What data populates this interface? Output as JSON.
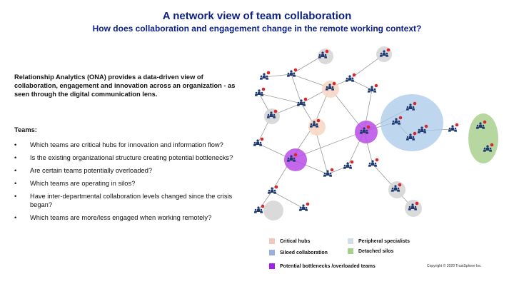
{
  "header": {
    "title": "A network view of team collaboration",
    "subtitle": "How does collaboration and engagement change in the remote working context?"
  },
  "intro": {
    "text": "Relationship Analytics (ONA) provides a data-driven view of collaboration, engagement and innovation across an organization - as seen through the digital communication lens."
  },
  "teams": {
    "heading": "Teams:",
    "bullet": "•",
    "questions": [
      "Which teams are critical hubs for innovation and information flow?",
      "Is the existing organizational structure creating potential bottlenecks?",
      "Are certain teams potentially overloaded?",
      "Which teams are operating in silos?",
      "Have inter-departmental collaboration levels changed since the crisis began?",
      "Which teams are more/less engaged when working remotely?"
    ]
  },
  "legend": {
    "critical_hubs": {
      "label": "Critical hubs",
      "color": "#f4c6c0"
    },
    "peripheral_specialists": {
      "label": "Peripheral specialists",
      "color": "#d3dde6"
    },
    "siloed_collaboration": {
      "label": "Siloed collaboration",
      "color": "#9ab0dc"
    },
    "detached_silos": {
      "label": "Detached silos",
      "color": "#a7d08c"
    },
    "potential_bottlenecks": {
      "label": "Potential bottlenecks /overloaded teams",
      "color": "#a020f0"
    }
  },
  "network": {
    "node_icon": "team-person-icon",
    "badge_icon": "alert-badge-icon",
    "colors": {
      "node": "#1f3a70",
      "badge": "#d9262b",
      "edge": "#9a9a9a",
      "critical_hub": "#f7d7c4",
      "peripheral": "#d6d6d6",
      "siloed": "#a9c8ea",
      "detached": "#a9d08e",
      "bottleneck": "#b84ee8"
    }
  },
  "footer": {
    "copyright": "Copyright © 2020 TrustSphere Inc"
  }
}
